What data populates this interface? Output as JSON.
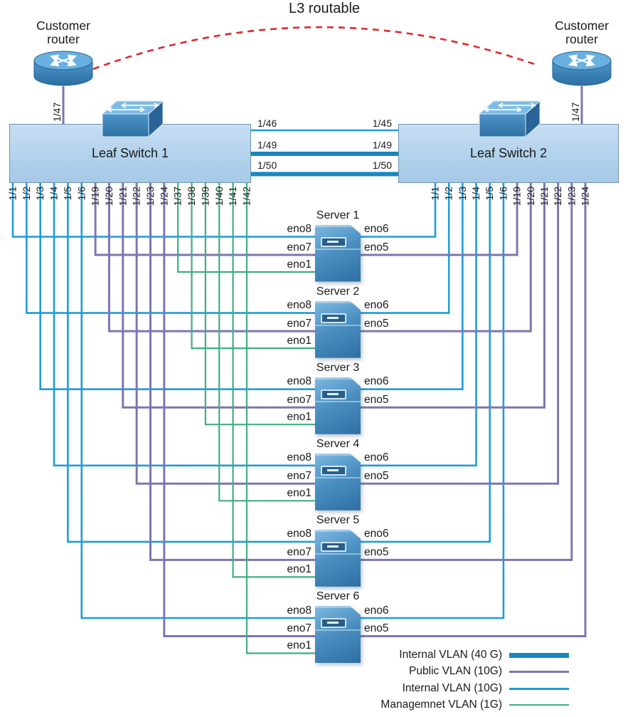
{
  "l3_label": "L3 routable",
  "routers": [
    {
      "label": "Customer router",
      "port": "1/47"
    },
    {
      "label": "Customer router",
      "port": "1/47"
    }
  ],
  "switches": [
    {
      "name": "Leaf Switch 1",
      "ports": [
        "1/1",
        "1/2",
        "1/3",
        "1/4",
        "1/5",
        "1/6",
        "1/19",
        "1/20",
        "1/21",
        "1/22",
        "1/23",
        "1/24",
        "1/37",
        "1/38",
        "1/39",
        "1/40",
        "1/41",
        "1/42"
      ]
    },
    {
      "name": "Leaf Switch 2",
      "ports": [
        "1/1",
        "1/2",
        "1/3",
        "1/4",
        "1/5",
        "1/6",
        "1/19",
        "1/20",
        "1/21",
        "1/22",
        "1/23",
        "1/24"
      ]
    }
  ],
  "trunk_links": [
    {
      "left_label": "1/46",
      "right_label": "1/45",
      "type": "internal_10g"
    },
    {
      "left_label": "1/49",
      "right_label": "1/49",
      "type": "internal_40g"
    },
    {
      "left_label": "1/50",
      "right_label": "1/50",
      "type": "internal_40g"
    }
  ],
  "servers": [
    {
      "name": "Server 1",
      "nics_left": [
        "eno8",
        "eno7",
        "eno1"
      ],
      "nics_right": [
        "eno6",
        "eno5"
      ]
    },
    {
      "name": "Server 2",
      "nics_left": [
        "eno8",
        "eno7",
        "eno1"
      ],
      "nics_right": [
        "eno6",
        "eno5"
      ]
    },
    {
      "name": "Server 3",
      "nics_left": [
        "eno8",
        "eno7",
        "eno1"
      ],
      "nics_right": [
        "eno6",
        "eno5"
      ]
    },
    {
      "name": "Server 4",
      "nics_left": [
        "eno8",
        "eno7",
        "eno1"
      ],
      "nics_right": [
        "eno6",
        "eno5"
      ]
    },
    {
      "name": "Server 5",
      "nics_left": [
        "eno8",
        "eno7",
        "eno1"
      ],
      "nics_right": [
        "eno6",
        "eno5"
      ]
    },
    {
      "name": "Server 6",
      "nics_left": [
        "eno8",
        "eno7",
        "eno1"
      ],
      "nics_right": [
        "eno6",
        "eno5"
      ]
    }
  ],
  "connections": [
    {
      "from": "Leaf Switch 1",
      "port": "1/1",
      "to": "Server 1",
      "nic": "eno8",
      "vlan": "internal_10g"
    },
    {
      "from": "Leaf Switch 1",
      "port": "1/2",
      "to": "Server 2",
      "nic": "eno8",
      "vlan": "internal_10g"
    },
    {
      "from": "Leaf Switch 1",
      "port": "1/3",
      "to": "Server 3",
      "nic": "eno8",
      "vlan": "internal_10g"
    },
    {
      "from": "Leaf Switch 1",
      "port": "1/4",
      "to": "Server 4",
      "nic": "eno8",
      "vlan": "internal_10g"
    },
    {
      "from": "Leaf Switch 1",
      "port": "1/5",
      "to": "Server 5",
      "nic": "eno8",
      "vlan": "internal_10g"
    },
    {
      "from": "Leaf Switch 1",
      "port": "1/6",
      "to": "Server 6",
      "nic": "eno8",
      "vlan": "internal_10g"
    },
    {
      "from": "Leaf Switch 1",
      "port": "1/19",
      "to": "Server 1",
      "nic": "eno7",
      "vlan": "public_10g"
    },
    {
      "from": "Leaf Switch 1",
      "port": "1/20",
      "to": "Server 2",
      "nic": "eno7",
      "vlan": "public_10g"
    },
    {
      "from": "Leaf Switch 1",
      "port": "1/21",
      "to": "Server 3",
      "nic": "eno7",
      "vlan": "public_10g"
    },
    {
      "from": "Leaf Switch 1",
      "port": "1/22",
      "to": "Server 4",
      "nic": "eno7",
      "vlan": "public_10g"
    },
    {
      "from": "Leaf Switch 1",
      "port": "1/23",
      "to": "Server 5",
      "nic": "eno7",
      "vlan": "public_10g"
    },
    {
      "from": "Leaf Switch 1",
      "port": "1/24",
      "to": "Server 6",
      "nic": "eno7",
      "vlan": "public_10g"
    },
    {
      "from": "Leaf Switch 1",
      "port": "1/37",
      "to": "Server 1",
      "nic": "eno1",
      "vlan": "management_1g"
    },
    {
      "from": "Leaf Switch 1",
      "port": "1/38",
      "to": "Server 2",
      "nic": "eno1",
      "vlan": "management_1g"
    },
    {
      "from": "Leaf Switch 1",
      "port": "1/39",
      "to": "Server 3",
      "nic": "eno1",
      "vlan": "management_1g"
    },
    {
      "from": "Leaf Switch 1",
      "port": "1/40",
      "to": "Server 4",
      "nic": "eno1",
      "vlan": "management_1g"
    },
    {
      "from": "Leaf Switch 1",
      "port": "1/41",
      "to": "Server 5",
      "nic": "eno1",
      "vlan": "management_1g"
    },
    {
      "from": "Leaf Switch 1",
      "port": "1/42",
      "to": "Server 6",
      "nic": "eno1",
      "vlan": "management_1g"
    },
    {
      "from": "Leaf Switch 2",
      "port": "1/1",
      "to": "Server 1",
      "nic": "eno6",
      "vlan": "internal_10g"
    },
    {
      "from": "Leaf Switch 2",
      "port": "1/2",
      "to": "Server 2",
      "nic": "eno6",
      "vlan": "internal_10g"
    },
    {
      "from": "Leaf Switch 2",
      "port": "1/3",
      "to": "Server 3",
      "nic": "eno6",
      "vlan": "internal_10g"
    },
    {
      "from": "Leaf Switch 2",
      "port": "1/4",
      "to": "Server 4",
      "nic": "eno6",
      "vlan": "internal_10g"
    },
    {
      "from": "Leaf Switch 2",
      "port": "1/5",
      "to": "Server 5",
      "nic": "eno6",
      "vlan": "internal_10g"
    },
    {
      "from": "Leaf Switch 2",
      "port": "1/6",
      "to": "Server 6",
      "nic": "eno6",
      "vlan": "internal_10g"
    },
    {
      "from": "Leaf Switch 2",
      "port": "1/19",
      "to": "Server 1",
      "nic": "eno5",
      "vlan": "public_10g"
    },
    {
      "from": "Leaf Switch 2",
      "port": "1/20",
      "to": "Server 2",
      "nic": "eno5",
      "vlan": "public_10g"
    },
    {
      "from": "Leaf Switch 2",
      "port": "1/21",
      "to": "Server 3",
      "nic": "eno5",
      "vlan": "public_10g"
    },
    {
      "from": "Leaf Switch 2",
      "port": "1/22",
      "to": "Server 4",
      "nic": "eno5",
      "vlan": "public_10g"
    },
    {
      "from": "Leaf Switch 2",
      "port": "1/23",
      "to": "Server 5",
      "nic": "eno5",
      "vlan": "public_10g"
    },
    {
      "from": "Leaf Switch 2",
      "port": "1/24",
      "to": "Server 6",
      "nic": "eno5",
      "vlan": "public_10g"
    }
  ],
  "legend": {
    "items": [
      {
        "label": "Internal VLAN (40 G)",
        "vlan": "internal_40g",
        "thickness": 7
      },
      {
        "label": "Public VLAN (10G)",
        "vlan": "public_10g",
        "thickness": 3
      },
      {
        "label": "Internal VLAN (10G)",
        "vlan": "internal_10g",
        "thickness": 3
      },
      {
        "label": "Managemnet VLAN (1G)",
        "vlan": "management_1g",
        "thickness": 2
      }
    ]
  },
  "colors": {
    "internal_40g": "#1787c1",
    "public_10g": "#7e76ae",
    "internal_10g": "#1f9cd8",
    "management_1g": "#3fae80",
    "l3_link": "#dc2a2b"
  }
}
